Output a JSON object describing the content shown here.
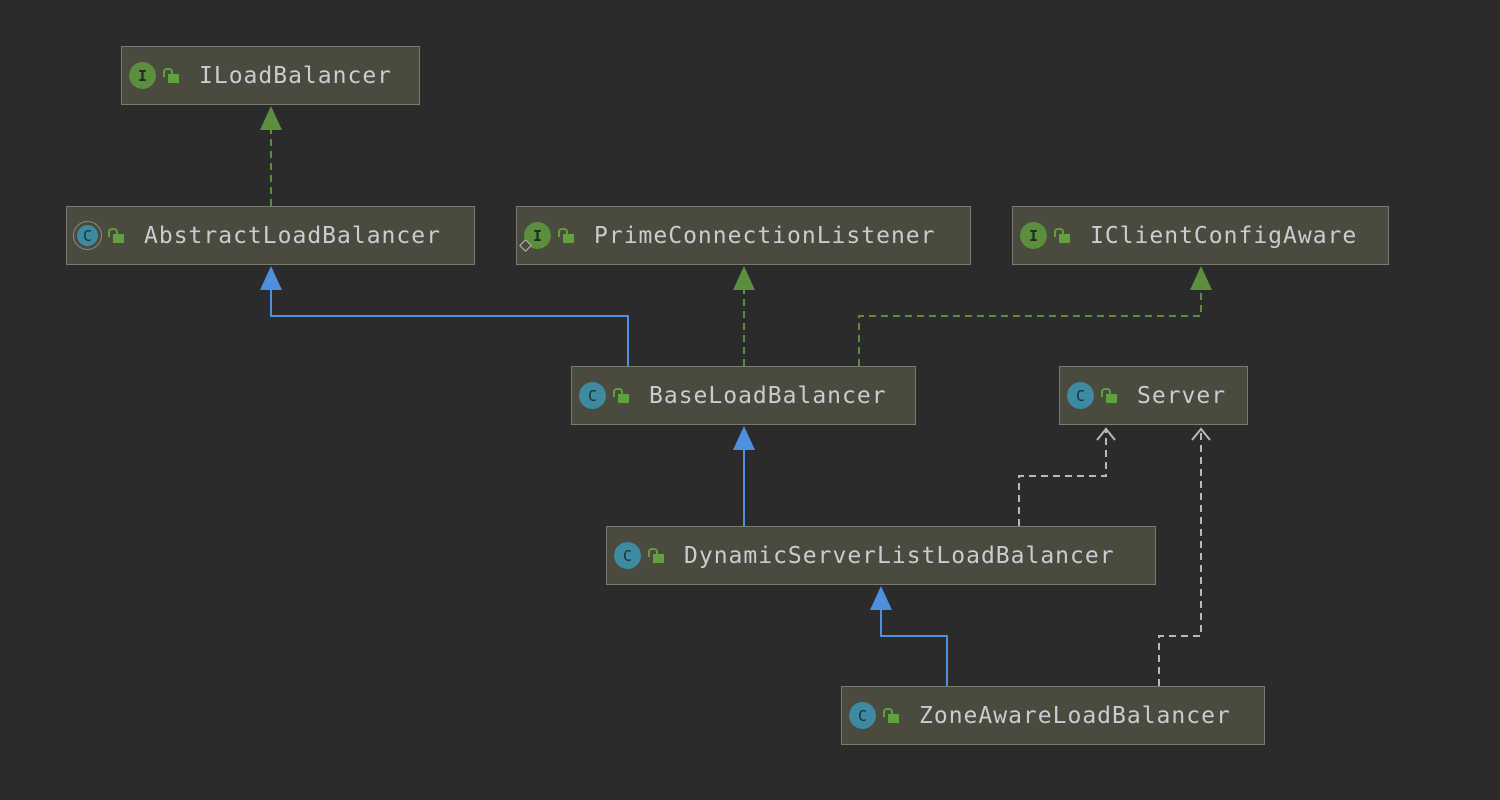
{
  "diagram": {
    "nodes": [
      {
        "id": "iloadbalancer",
        "label": "ILoadBalancer",
        "kind": "interface",
        "kind_letter": "I"
      },
      {
        "id": "abstractloadbalancer",
        "label": "AbstractLoadBalancer",
        "kind": "abstract",
        "kind_letter": "C"
      },
      {
        "id": "primeconnectionlistener",
        "label": "PrimeConnectionListener",
        "kind": "interface",
        "kind_letter": "I"
      },
      {
        "id": "iclientconfigaware",
        "label": "IClientConfigAware",
        "kind": "interface",
        "kind_letter": "I"
      },
      {
        "id": "baseloadbalancer",
        "label": "BaseLoadBalancer",
        "kind": "class",
        "kind_letter": "C"
      },
      {
        "id": "server",
        "label": "Server",
        "kind": "class",
        "kind_letter": "C"
      },
      {
        "id": "dynamicserverlistloadbalancer",
        "label": "DynamicServerListLoadBalancer",
        "kind": "class",
        "kind_letter": "C"
      },
      {
        "id": "zoneawareloadbalancer",
        "label": "ZoneAwareLoadBalancer",
        "kind": "class",
        "kind_letter": "C"
      }
    ],
    "edges": [
      {
        "from": "abstractloadbalancer",
        "to": "iloadbalancer",
        "type": "implements"
      },
      {
        "from": "baseloadbalancer",
        "to": "abstractloadbalancer",
        "type": "extends"
      },
      {
        "from": "baseloadbalancer",
        "to": "primeconnectionlistener",
        "type": "implements"
      },
      {
        "from": "baseloadbalancer",
        "to": "iclientconfigaware",
        "type": "implements"
      },
      {
        "from": "dynamicserverlistloadbalancer",
        "to": "baseloadbalancer",
        "type": "extends"
      },
      {
        "from": "dynamicserverlistloadbalancer",
        "to": "server",
        "type": "uses"
      },
      {
        "from": "zoneawareloadbalancer",
        "to": "dynamicserverlistloadbalancer",
        "type": "extends"
      },
      {
        "from": "zoneawareloadbalancer",
        "to": "server",
        "type": "uses"
      }
    ]
  },
  "colors": {
    "background": "#2b2b2b",
    "node_fill": "#4b4a3e",
    "node_border": "#7a7a72",
    "extends_edge": "#4f8fe0",
    "implements_edge": "#5b8f3d",
    "uses_edge": "#b8b8b8",
    "interface_icon": "#5b8f3d",
    "class_icon": "#3e8aa0",
    "access_icon": "#5fa03f"
  },
  "icons": {
    "interface": "interface-icon",
    "class": "class-icon",
    "abstract": "abstract-class-icon",
    "access": "public-lock-icon",
    "annotation_marker": "diamond-icon"
  }
}
